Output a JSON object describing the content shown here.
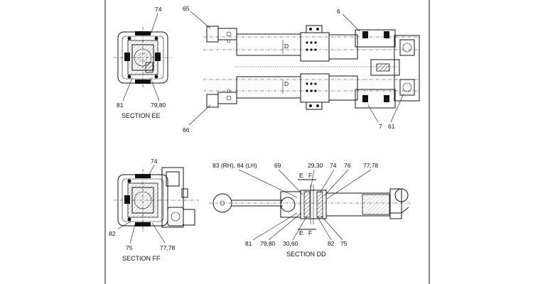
{
  "section_ee": {
    "caption": "SECTION EE",
    "labels": {
      "top": "74",
      "left": "81",
      "right": "79,80"
    }
  },
  "top_view": {
    "labels": {
      "a": "65",
      "b": "6",
      "c": "66",
      "d": "7",
      "e": "61",
      "dim_upper": "D",
      "dim_lower": "D"
    }
  },
  "section_ff": {
    "caption": "SECTION FF",
    "labels": {
      "top": "74",
      "left": "82",
      "bottom_left": "75",
      "bottom_right": "77,78"
    }
  },
  "section_dd": {
    "caption": "SECTION DD",
    "labels": {
      "t1": "83 (RH), 84 (LH)",
      "t2": "69",
      "t3": "29,30",
      "t4": "74",
      "t5": "76",
      "t6": "77,78",
      "b1": "81",
      "b2": "79,80",
      "b3": "30,60",
      "b4": "82",
      "b5": "75"
    },
    "cut_markers": {
      "e_top": "E",
      "f_top": "F",
      "e_bottom": "E",
      "f_bottom": "F"
    }
  }
}
